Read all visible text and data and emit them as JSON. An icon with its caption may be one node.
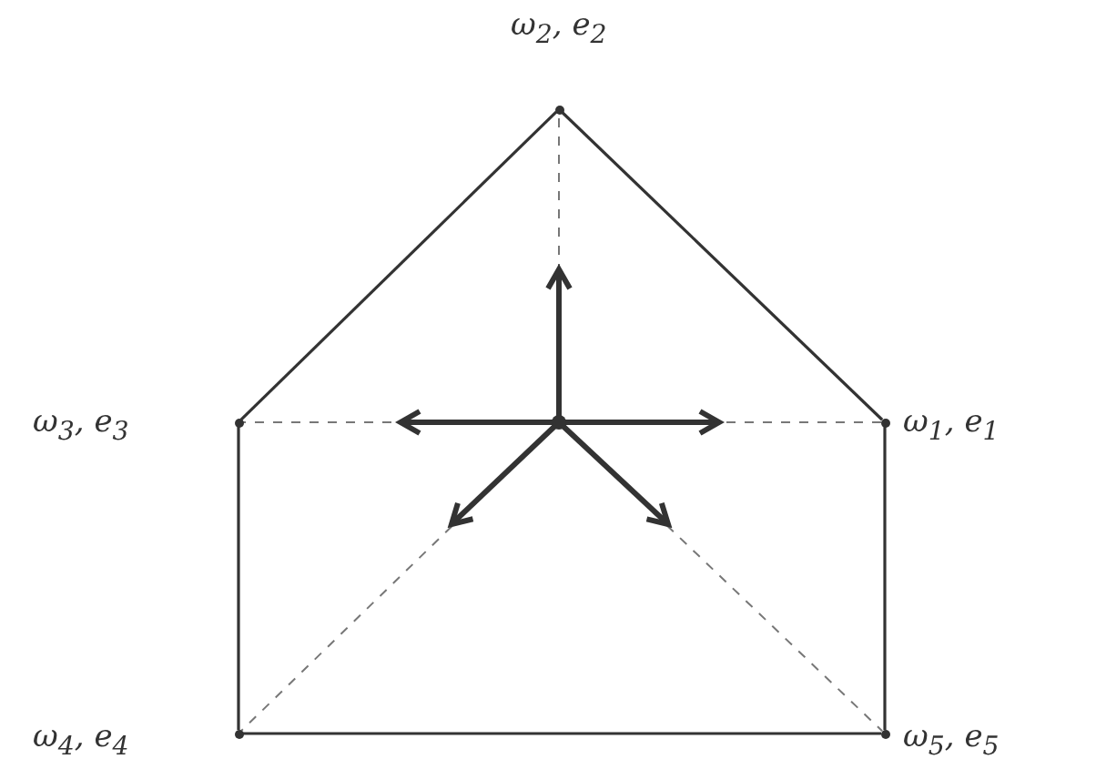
{
  "diagram": {
    "nodes": [
      {
        "text": [],
        "shape": "point",
        "beside": [
          "ω$_{2}$, e$_{2}$"
        ]
      },
      {
        "text": [],
        "shape": "point",
        "beside": [
          "ω$_{3}$, e$_{3}$"
        ]
      },
      {
        "text": [],
        "shape": "point",
        "beside": [
          "ω$_{1}$, e$_{1}$"
        ]
      },
      {
        "text": [],
        "shape": "point",
        "beside": [
          "ω$_{4}$, e$_{4}$"
        ]
      },
      {
        "text": [],
        "shape": "point",
        "beside": [
          "ω$_{5}$, e$_{5}$"
        ]
      },
      {
        "text": [],
        "shape": "point"
      }
    ],
    "edges": [
      {
        "from": 0,
        "to": 1,
        "arrow": "none"
      },
      {
        "from": 0,
        "to": 2,
        "arrow": "none"
      },
      {
        "from": 1,
        "to": 3,
        "arrow": "none"
      },
      {
        "from": 2,
        "to": 4,
        "arrow": "none"
      },
      {
        "from": 3,
        "to": 4,
        "arrow": "none"
      },
      {
        "from": 5,
        "to": 0,
        "arrow": "none",
        "style": "dashed"
      },
      {
        "from": 5,
        "to": 1,
        "arrow": "none",
        "style": "dashed"
      },
      {
        "from": 5,
        "to": 2,
        "arrow": "none",
        "style": "dashed"
      },
      {
        "from": 5,
        "to": 3,
        "arrow": "none",
        "style": "dashed"
      },
      {
        "from": 5,
        "to": 4,
        "arrow": "none",
        "style": "dashed"
      }
    ]
  }
}
